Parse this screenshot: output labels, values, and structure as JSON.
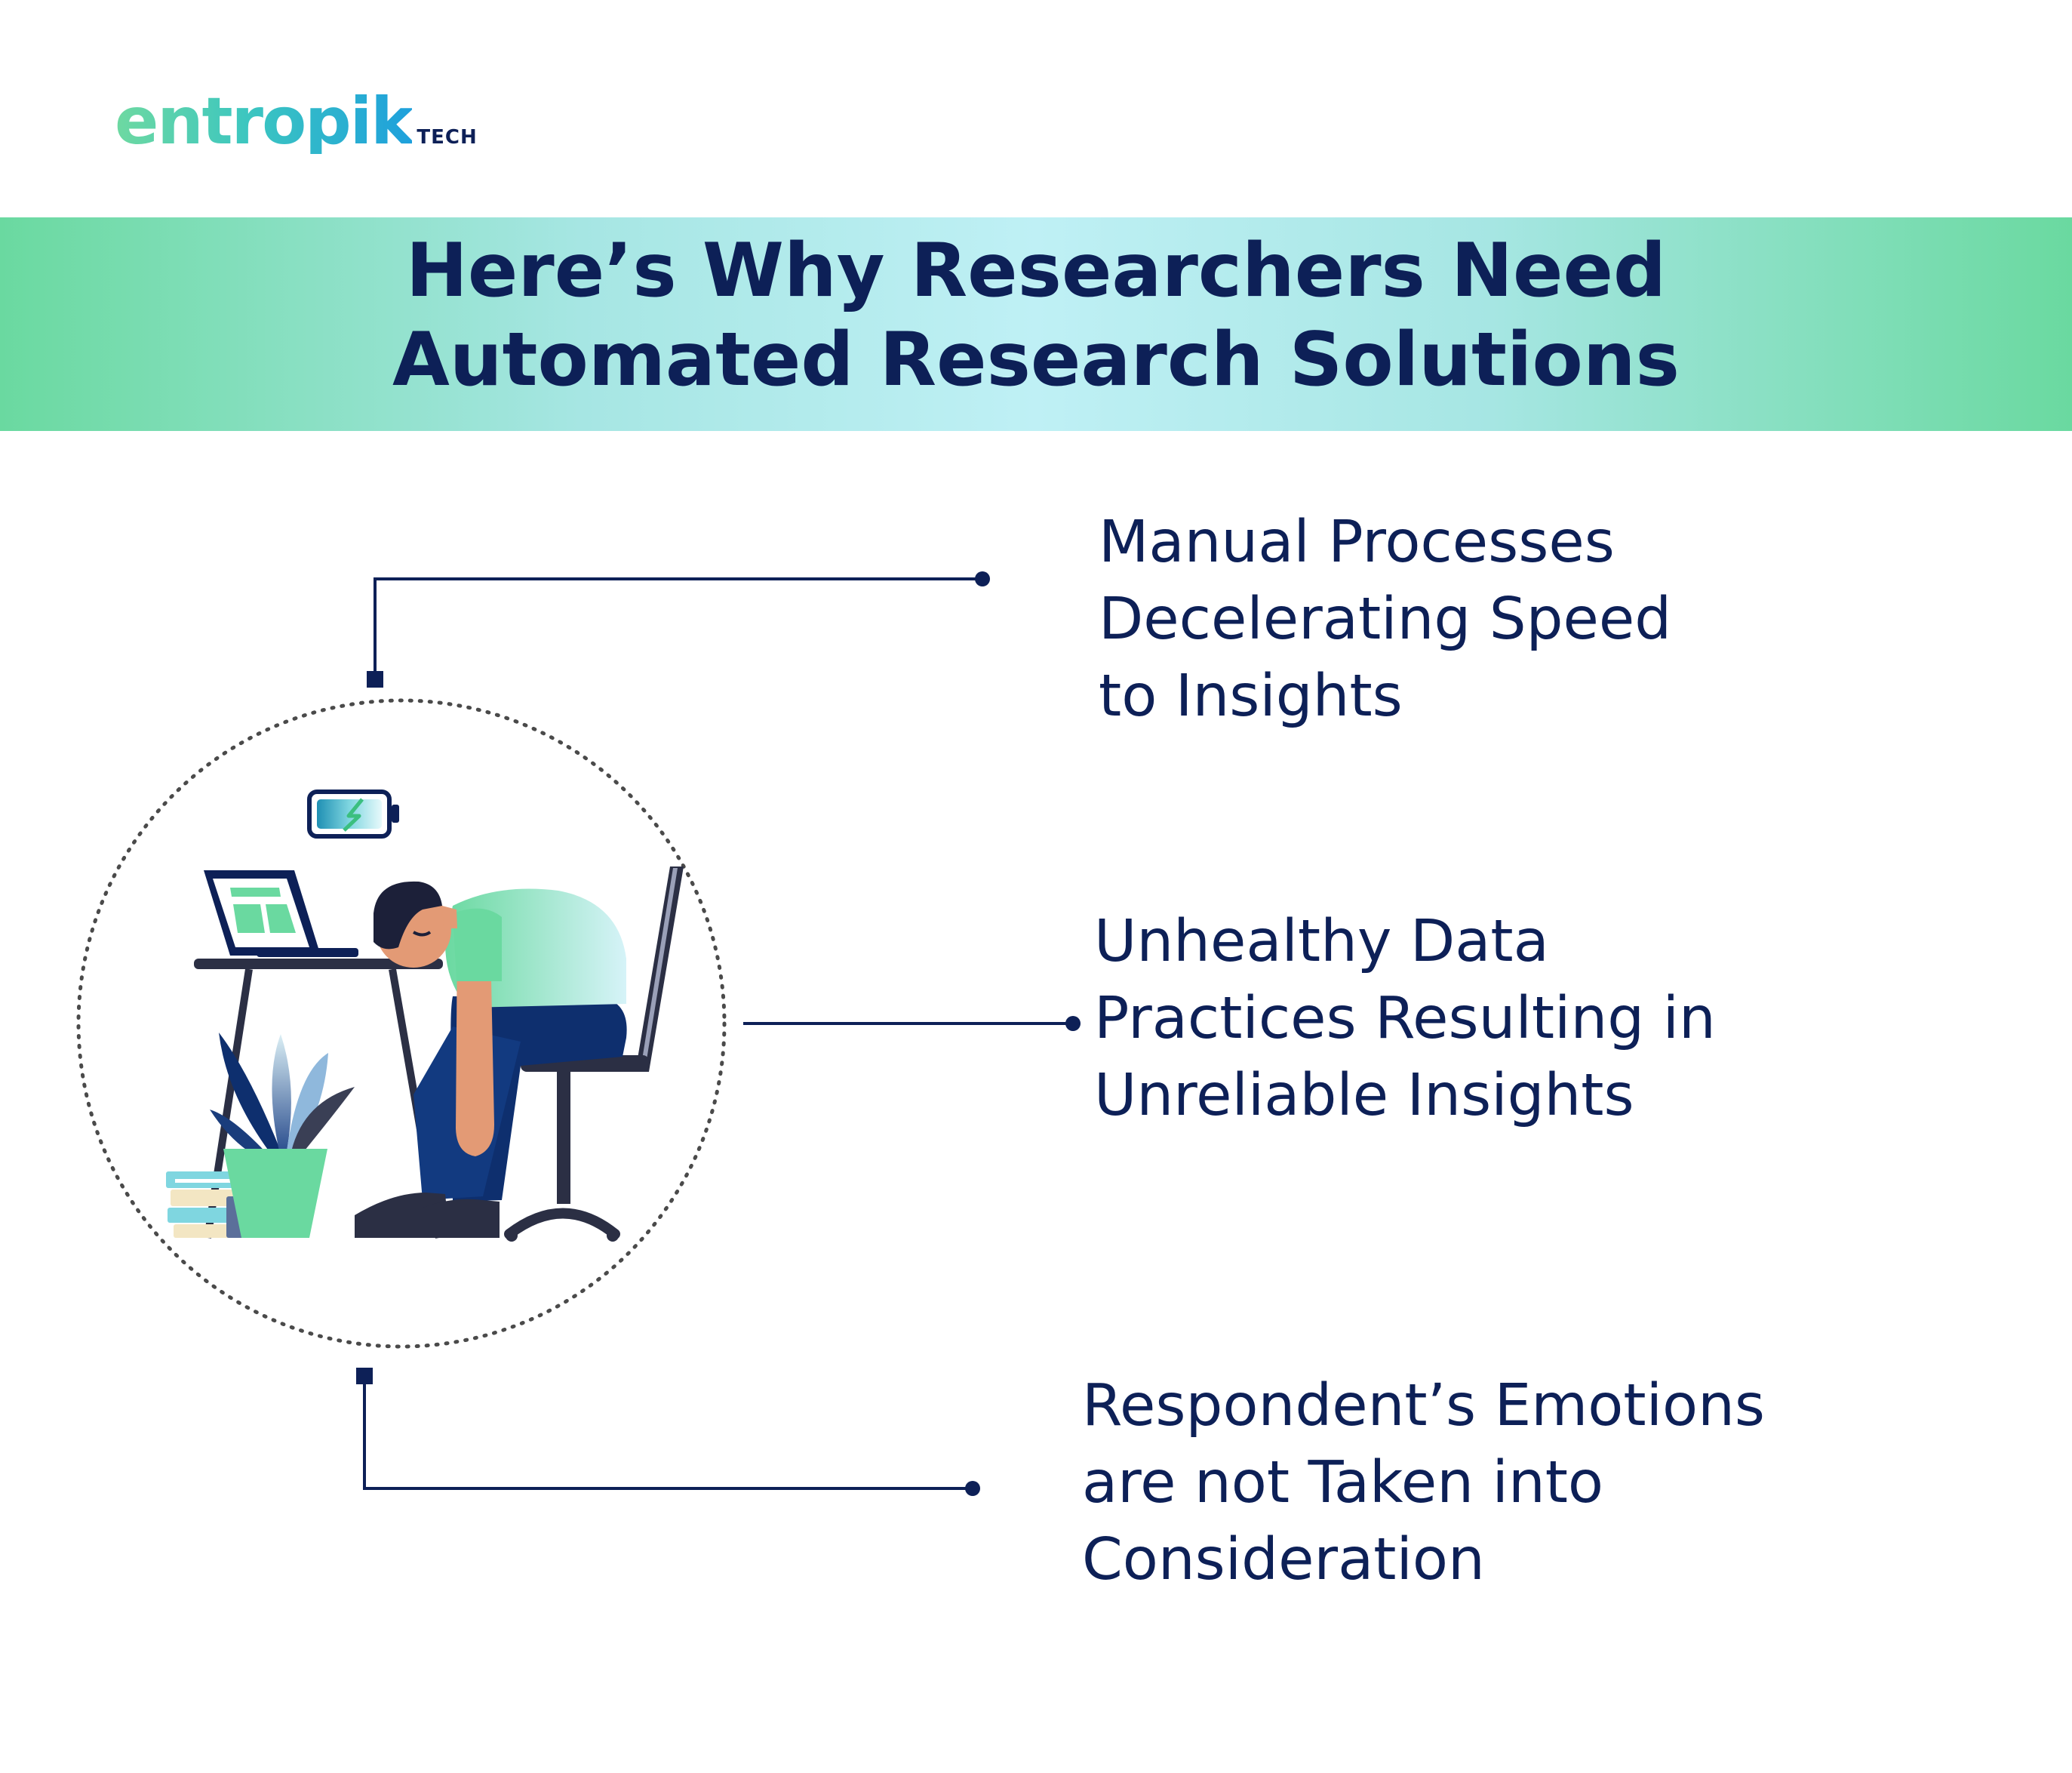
{
  "brand": {
    "name": "entropik",
    "suffix": "TECH"
  },
  "title": {
    "line1": "Here’s Why Researchers Need",
    "line2": "Automated Research Solutions"
  },
  "points": [
    {
      "lines": [
        "Manual Processes",
        "Decelerating Speed",
        "to Insights"
      ]
    },
    {
      "lines": [
        "Unhealthy Data",
        "Practices Resulting in",
        "Unreliable Insights"
      ]
    },
    {
      "lines": [
        "Respondent’s Emotions",
        "are not Taken into",
        "Consideration"
      ]
    }
  ],
  "illustration": {
    "subject": "tired-researcher-at-desk",
    "icons": [
      "low-battery-icon",
      "laptop-icon",
      "desk",
      "chair",
      "plant-icon",
      "books-icon"
    ]
  },
  "colors": {
    "navy": "#0d2057",
    "mint": "#6ad9a0",
    "aqua": "#bff0f5",
    "skin": "#e39a75"
  }
}
